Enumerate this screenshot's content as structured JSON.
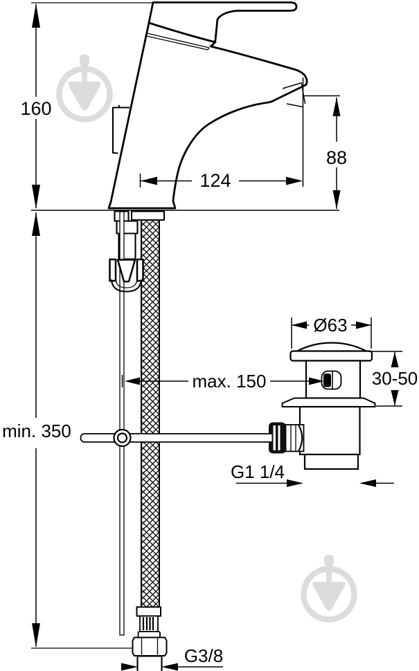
{
  "labels": {
    "total_height": "160",
    "spout_reach": "124",
    "outlet_height": "88",
    "min_hose_length": "min. 350",
    "max_rod_to_drain": "max. 150",
    "drain_flange_diameter": "Ø63",
    "deck_thickness": "30-50",
    "drain_thread": "G1 1/4",
    "supply_thread": "G3/8"
  },
  "colors": {
    "line": "#000000",
    "background": "#ffffff",
    "watermark": "#dcdcdc"
  }
}
